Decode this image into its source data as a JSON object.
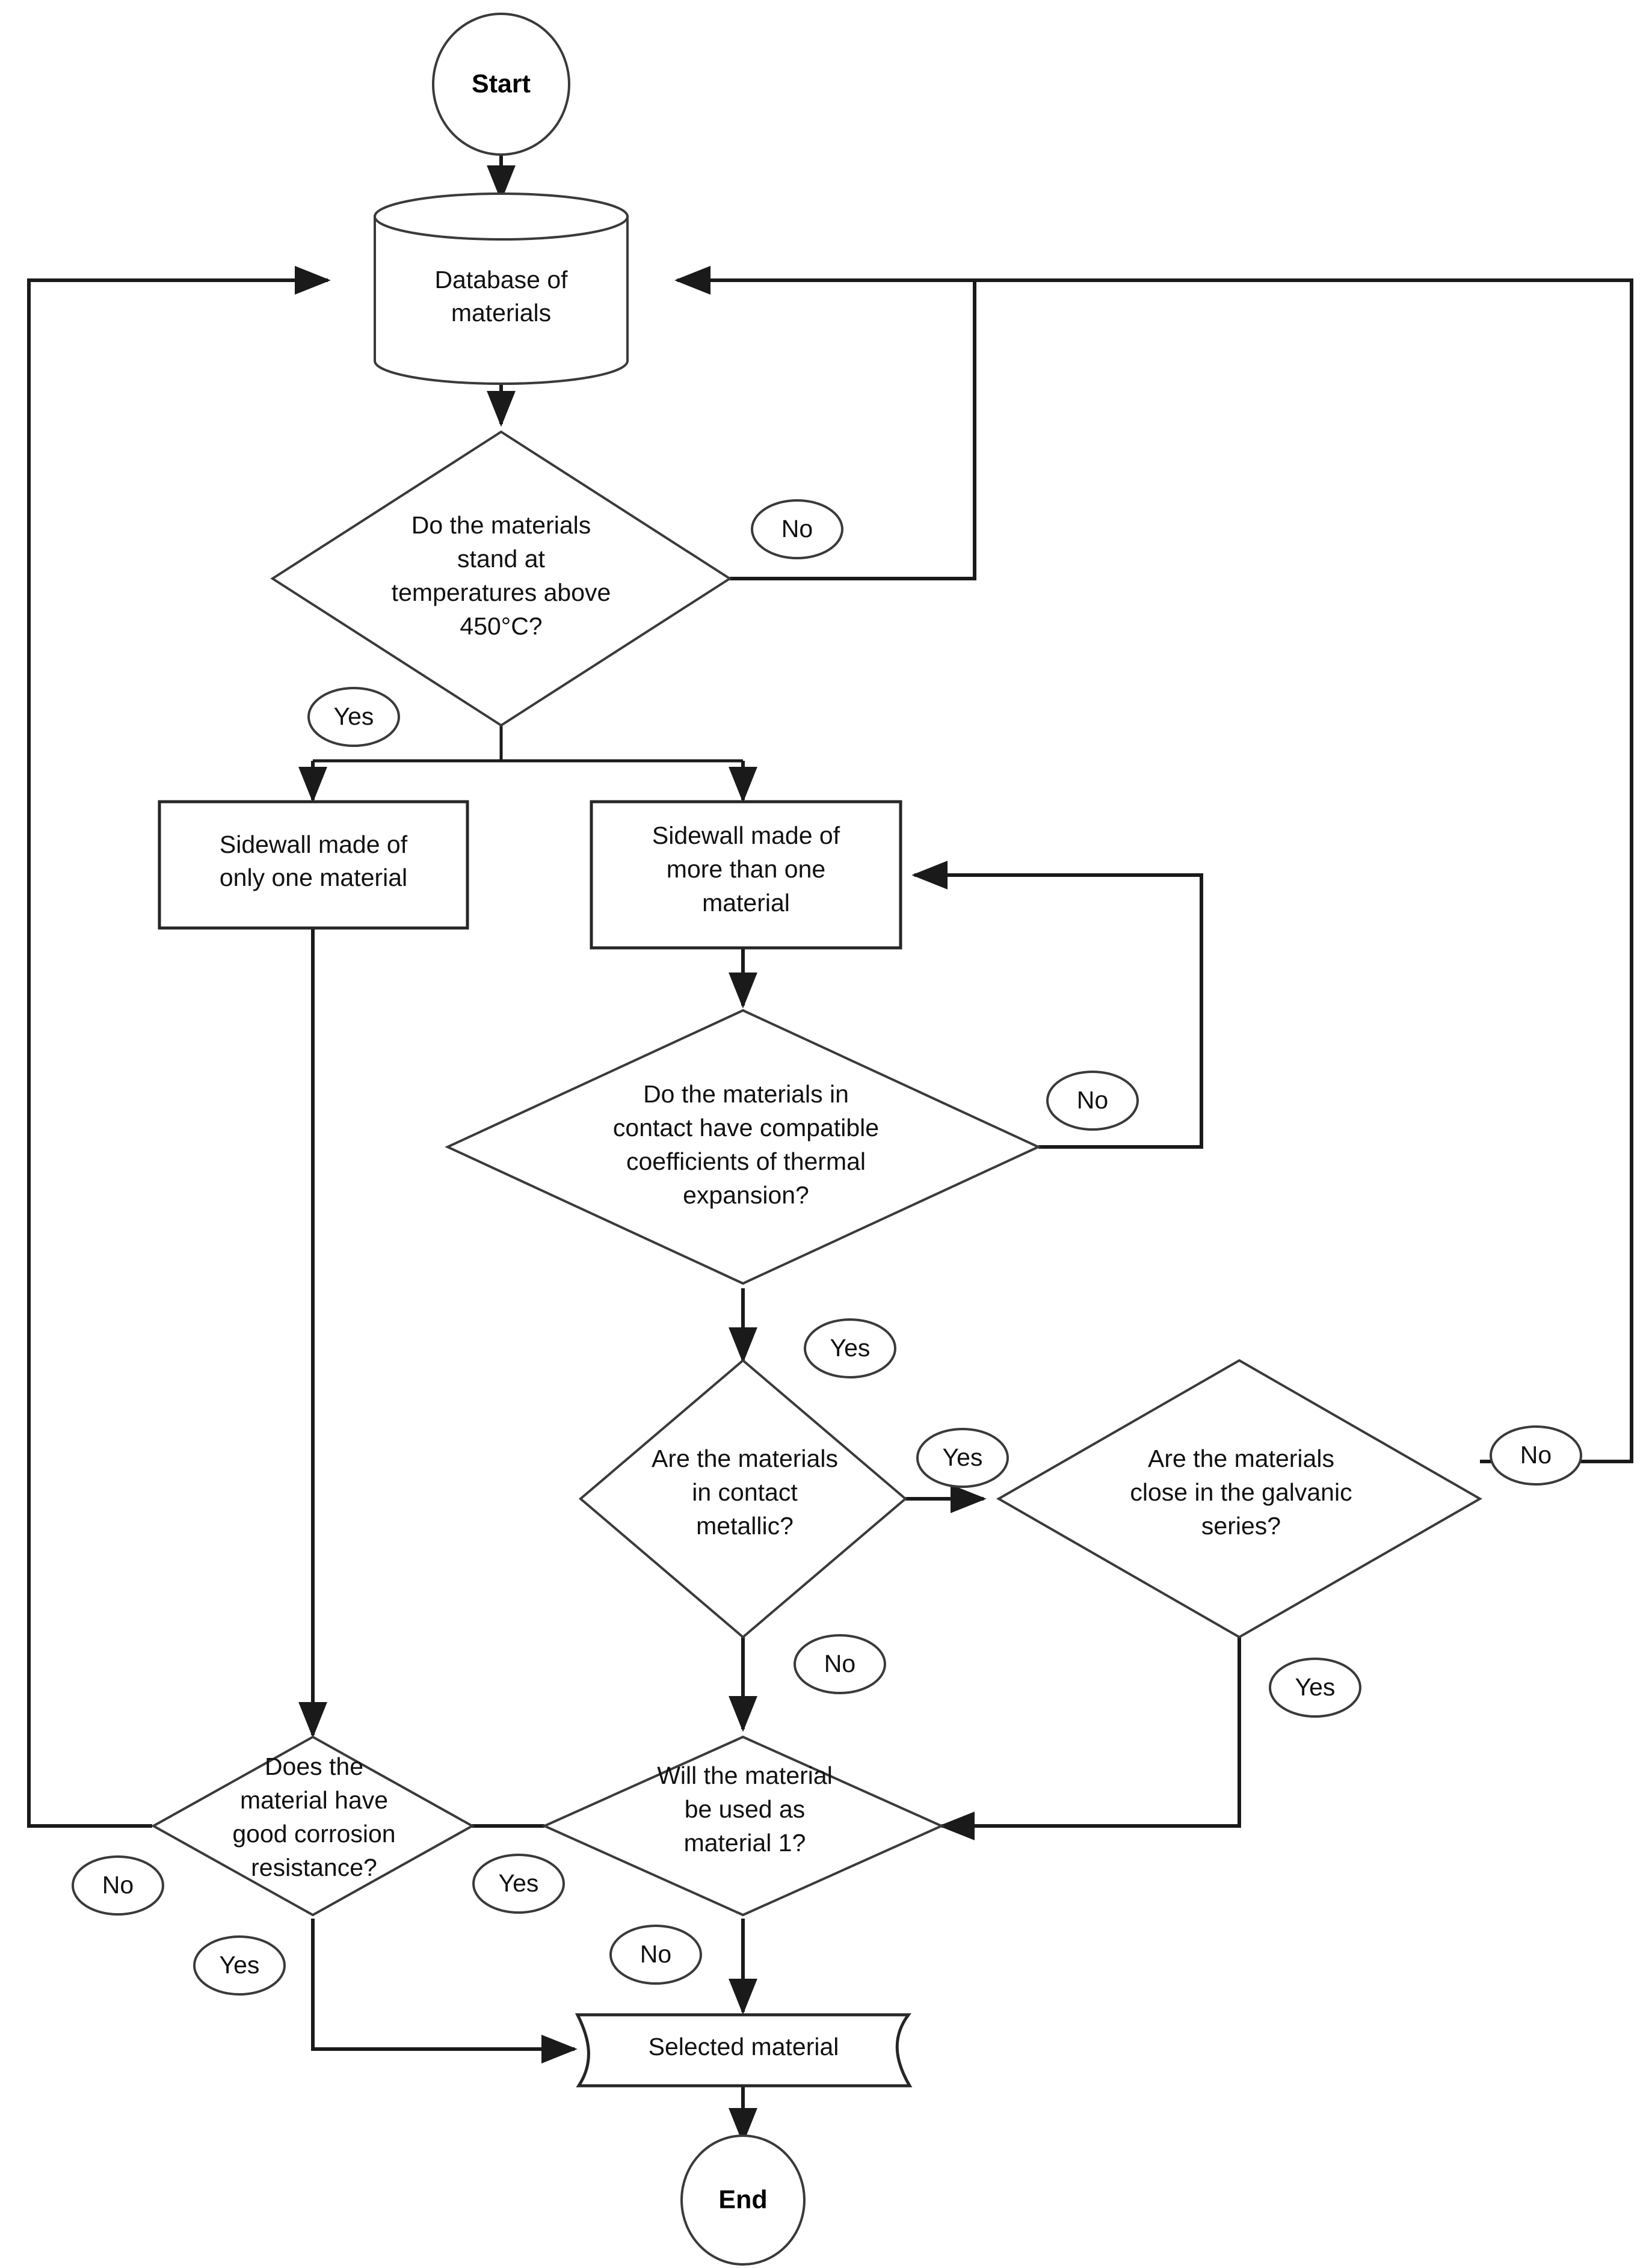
{
  "diagram": {
    "title": "Material selection flowchart",
    "background": "#ffffff",
    "line_color": "#1a1a1a",
    "shape_stroke": "#3a3a3a"
  },
  "nodes": {
    "start": {
      "label": "Start",
      "type": "terminator"
    },
    "database": {
      "label_line1": "Database of",
      "label_line2": "materials",
      "type": "database"
    },
    "temp_decision": {
      "line1": "Do the materials",
      "line2": "stand at",
      "line3": "temperatures above",
      "line4": "450°C?",
      "type": "decision"
    },
    "one_material": {
      "line1": "Sidewall made of",
      "line2": "only one material",
      "type": "process"
    },
    "multi_material": {
      "line1": "Sidewall made of",
      "line2": "more than one",
      "line3": "material",
      "type": "process"
    },
    "cte_decision": {
      "line1": "Do the materials in",
      "line2": "contact have compatible",
      "line3": "coefficients of thermal",
      "line4": "expansion?",
      "type": "decision"
    },
    "metallic_decision": {
      "line1": "Are the materials",
      "line2": "in contact",
      "line3": "metallic?",
      "type": "decision"
    },
    "galvanic_decision": {
      "line1": "Are the materials",
      "line2": "close in the galvanic",
      "line3": "series?",
      "type": "decision"
    },
    "corrosion_decision": {
      "line1": "Does the",
      "line2": "material have",
      "line3": "good corrosion",
      "line4": "resistance?",
      "type": "decision"
    },
    "material1_decision": {
      "line1": "Will the material",
      "line2": "be used as",
      "line3": "material 1?",
      "type": "decision"
    },
    "selected_material": {
      "label": "Selected material",
      "type": "document"
    },
    "end": {
      "label": "End",
      "type": "terminator"
    }
  },
  "edge_labels": {
    "temp_no": "No",
    "temp_yes": "Yes",
    "cte_no": "No",
    "cte_yes": "Yes",
    "metallic_yes": "Yes",
    "metallic_no": "No",
    "galvanic_no": "No",
    "galvanic_yes": "Yes",
    "corrosion_no": "No",
    "corrosion_yes_right": "Yes",
    "corrosion_yes_bottom": "Yes",
    "material1_yes": "Yes",
    "material1_no": "No"
  }
}
